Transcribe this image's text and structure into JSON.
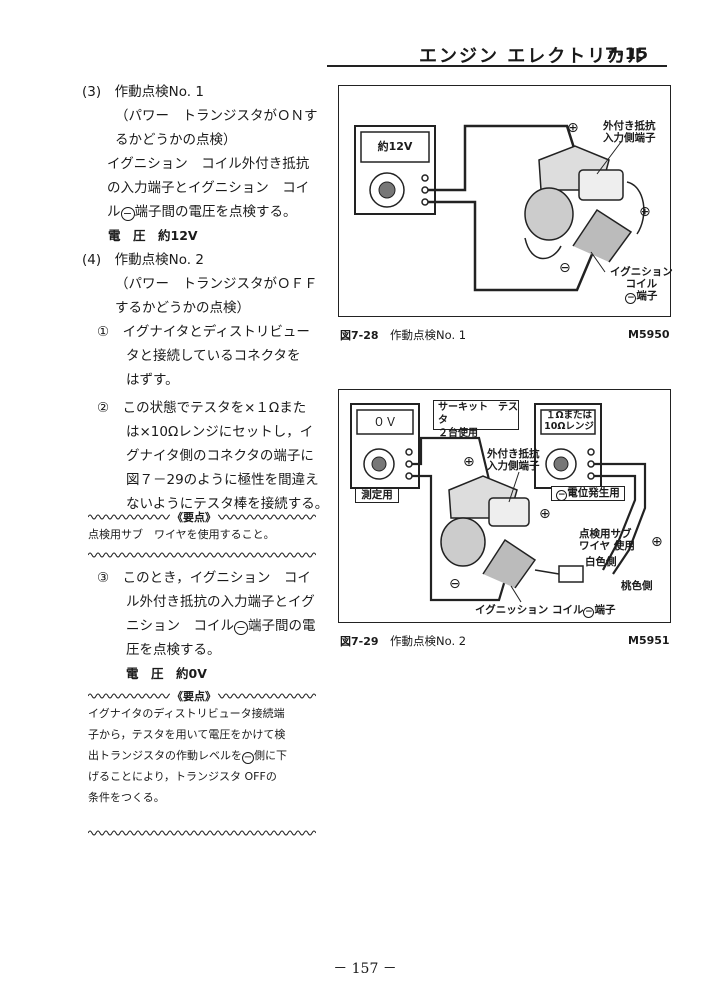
{
  "header": {
    "title": "エンジン エレクトリカル",
    "page": "7-15"
  },
  "left": {
    "s3": {
      "title": "(3)　作動点検No. 1",
      "sub": "（パワー　トランジスタがＯＮす",
      "sub2": "るかどうかの点検）",
      "body": [
        "イグニション　コイル外付き抵抗",
        "の入力端子とイグニション　コイ",
        "ル",
        "端子間の電圧を点検する。"
      ],
      "voltage": "電　圧　約12V"
    },
    "s4": {
      "title": "(4)　作動点検No. 2",
      "sub": "（パワー　トランジスタがＯＦＦ",
      "sub2": "するかどうかの点検）",
      "item1_num": "①",
      "item1": [
        "イグナイタとディストリビュー",
        "タと接続しているコネクタを",
        "はずす。"
      ],
      "item2_num": "②",
      "item2": [
        "この状態でテスタを×１Ωまた",
        "は×10Ωレンジにセットし，イ",
        "グナイタ側のコネクタの端子に",
        "図７－29のように極性を間違え",
        "ないようにテスタ棒を接続する。"
      ],
      "note1_label": "《要点》",
      "note1": "点検用サブ　ワイヤを使用すること。",
      "item3_num": "③",
      "item3": [
        "このとき，イグニション　コイ",
        "ル外付き抵抗の入力端子とイグ",
        "ニション　コイル",
        "端子間の電",
        "圧を点検する。"
      ],
      "voltage": "電　圧　約0V",
      "note2_label": "《要点》",
      "note2": [
        "イグナイタのディストリビュータ接続端",
        "子から，テスタを用いて電圧をかけて検",
        "出トランジスタの作動レベルを",
        "側に下",
        "げることにより，トランジスタ OFFの",
        "条件をつくる。"
      ]
    }
  },
  "fig1": {
    "meter": "約12V",
    "resistor": [
      "外付き抵抗",
      "入力側端子"
    ],
    "coil": [
      "イグニション",
      "コイル",
      "端子"
    ],
    "plus": "⊕",
    "minus": "⊖",
    "caption_no": "図7-28",
    "caption": "作動点検No. 1",
    "code": "M5950"
  },
  "fig2": {
    "meter1": "０Ｖ",
    "meter1_label": "測定用",
    "meter2": [
      "１Ωまたは",
      "10Ωレンジ"
    ],
    "meter2_label": "電位発生用",
    "testers": [
      "サーキット　テスタ",
      "２台使用"
    ],
    "resistor": [
      "外付き抵抗",
      "入力側端子"
    ],
    "subwire": [
      "点検用サブ",
      "ワイヤ 使用"
    ],
    "white": "白色側",
    "pink": "桃色側",
    "coil": "イグニッション コイル",
    "terminal": "端子",
    "plus": "⊕",
    "minus": "⊖",
    "caption_no": "図7-29",
    "caption": "作動点検No. 2",
    "code": "M5951"
  },
  "footer": "－ 157 －"
}
